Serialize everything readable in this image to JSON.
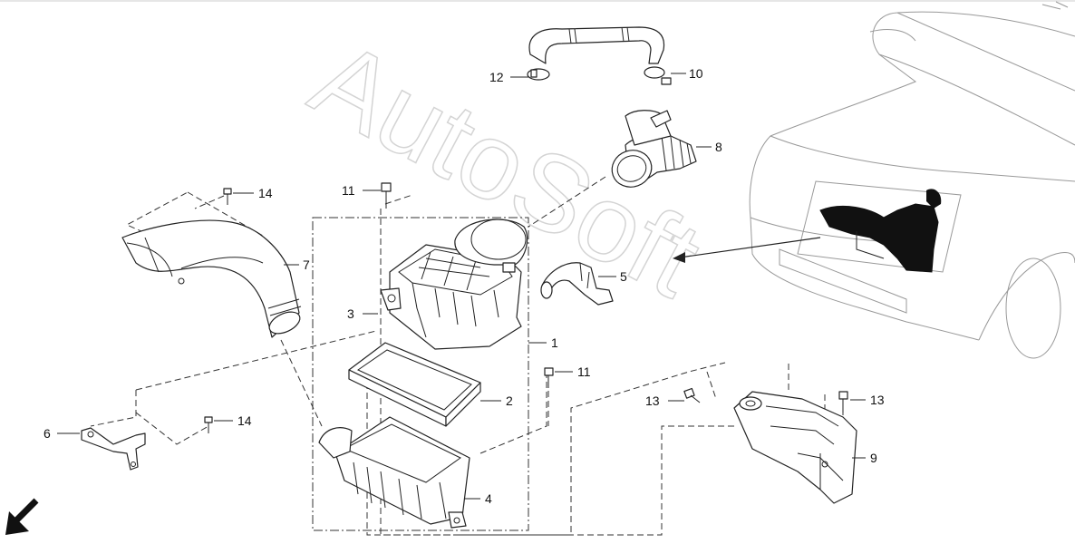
{
  "watermark": "AutoSoft",
  "callouts": [
    {
      "id": "1",
      "label": "1"
    },
    {
      "id": "2",
      "label": "2"
    },
    {
      "id": "3",
      "label": "3"
    },
    {
      "id": "4",
      "label": "4"
    },
    {
      "id": "5",
      "label": "5"
    },
    {
      "id": "6",
      "label": "6"
    },
    {
      "id": "7",
      "label": "7"
    },
    {
      "id": "8",
      "label": "8"
    },
    {
      "id": "9",
      "label": "9"
    },
    {
      "id": "10",
      "label": "10"
    },
    {
      "id": "11a",
      "label": "11"
    },
    {
      "id": "11b",
      "label": "11"
    },
    {
      "id": "12",
      "label": "12"
    },
    {
      "id": "13a",
      "label": "13"
    },
    {
      "id": "13b",
      "label": "13"
    },
    {
      "id": "14a",
      "label": "14"
    },
    {
      "id": "14b",
      "label": "14"
    }
  ],
  "icons": {
    "direction_arrow": "arrow-down-left-icon"
  }
}
